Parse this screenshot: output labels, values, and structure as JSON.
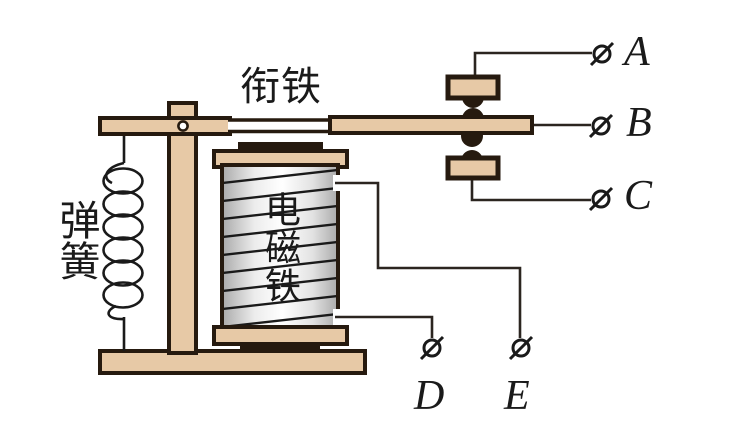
{
  "diagram": {
    "labels": {
      "armature": "衔铁",
      "spring": "弹簧",
      "electromagnet": "电磁铁"
    },
    "terminals": [
      {
        "id": "A",
        "label": "A"
      },
      {
        "id": "B",
        "label": "B"
      },
      {
        "id": "C",
        "label": "C"
      },
      {
        "id": "D",
        "label": "D"
      },
      {
        "id": "E",
        "label": "E"
      }
    ],
    "colors": {
      "background": "#ffffff",
      "wood": "#e7c9a6",
      "outline": "#261a0f",
      "wire": "#2b2520",
      "ink": "#1a1a1a",
      "coil_shade": "#aaaaaa",
      "coil_light": "#ffffff"
    }
  }
}
